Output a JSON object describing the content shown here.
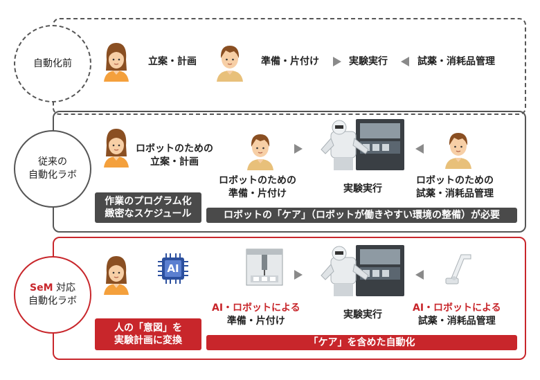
{
  "colors": {
    "accent_red": "#c8262b",
    "dark_band": "#4a4a4a",
    "arrow_gray": "#8a8a8a",
    "panel_border": "#555555"
  },
  "row1": {
    "label": "自動化前",
    "plan": "立案・計画",
    "prep": "準備・片付け",
    "exec": "実験実行",
    "reagent": "試薬・消耗品管理"
  },
  "row2": {
    "label_line1": "従来の",
    "label_line2": "自動化ラボ",
    "plan_line1": "ロボットのための",
    "plan_line2": "立案・計画",
    "prep_line1": "ロボットのための",
    "prep_line2": "準備・片付け",
    "exec": "実験実行",
    "reagent_line1": "ロボットのための",
    "reagent_line2": "試薬・消耗品管理",
    "band_left_line1": "作業のプログラム化",
    "band_left_line2": "緻密なスケジュール",
    "band_right": "ロボットの「ケア」（ロボットが働きやすい環境の整備）が必要"
  },
  "row3": {
    "label_sem": "SeM",
    "label_line1_rest": " 対応",
    "label_line2": "自動化ラボ",
    "ai_chip": "AI",
    "prep_line1": "AI・ロボットによる",
    "prep_line2": "準備・片付け",
    "exec": "実験実行",
    "reagent_line1": "AI・ロボットによる",
    "reagent_line2": "試薬・消耗品管理",
    "band_left_line1": "人の「意図」を",
    "band_left_line2": "実験計画に変換",
    "band_right": "「ケア」を含めた自動化"
  }
}
